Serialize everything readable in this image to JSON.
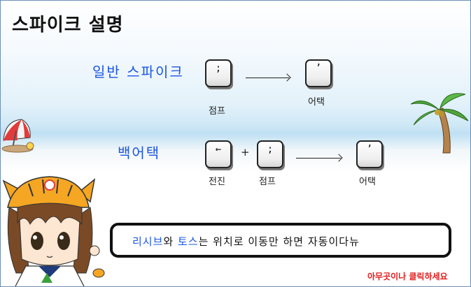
{
  "title": "스파이크 설명",
  "rows": {
    "normal": {
      "label": "일반 스파이크",
      "key1": ";",
      "key1_caption": "점프",
      "key2": "’",
      "key2_caption": "어택"
    },
    "back": {
      "label": "백어택",
      "key1": "←",
      "key1_caption": "전진",
      "plus": "+",
      "key2": ";",
      "key2_caption": "점프",
      "key3": "’",
      "key3_caption": "어택"
    }
  },
  "note": {
    "part1": "리시브",
    "part2": "와 ",
    "part3": "토스",
    "part4": "는 위치로 이동만 하면 자동이다뉴"
  },
  "click_hint": "아무곳이나 클릭하세요",
  "colors": {
    "accent_blue": "#1a55e6",
    "hint_red": "#e31b1b"
  }
}
